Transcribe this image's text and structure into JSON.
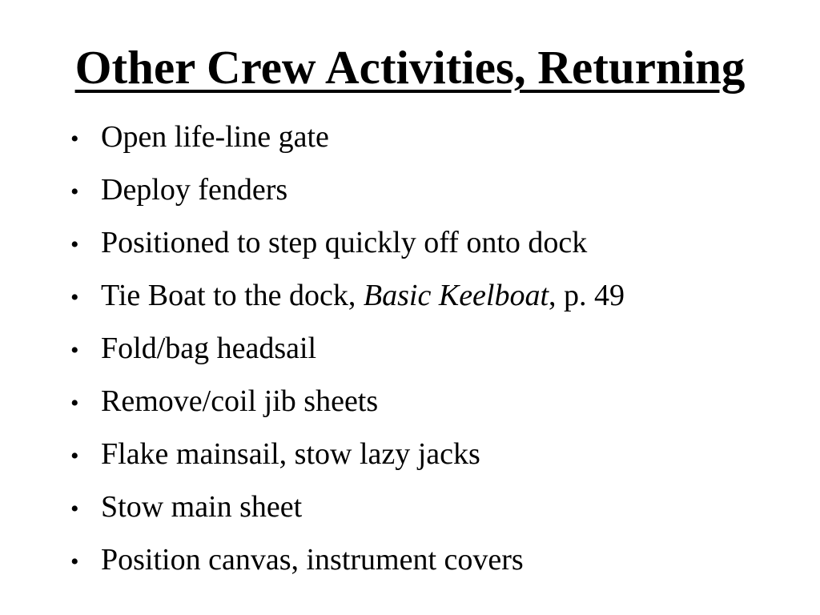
{
  "slide": {
    "title": "Other Crew Activities, Returning",
    "bullet_marker": "•",
    "bullets": [
      {
        "text": "Open life-line gate"
      },
      {
        "text": "Deploy fenders"
      },
      {
        "text": "Positioned to step quickly off onto dock"
      },
      {
        "prefix": "Tie Boat to the dock, ",
        "emphasis": "Basic Keelboat",
        "suffix": ", p. 49"
      },
      {
        "text": "Fold/bag headsail"
      },
      {
        "text": "Remove/coil jib sheets"
      },
      {
        "text": "Flake mainsail, stow lazy jacks"
      },
      {
        "text": "Stow main sheet"
      },
      {
        "text": "Position canvas, instrument covers"
      }
    ]
  }
}
